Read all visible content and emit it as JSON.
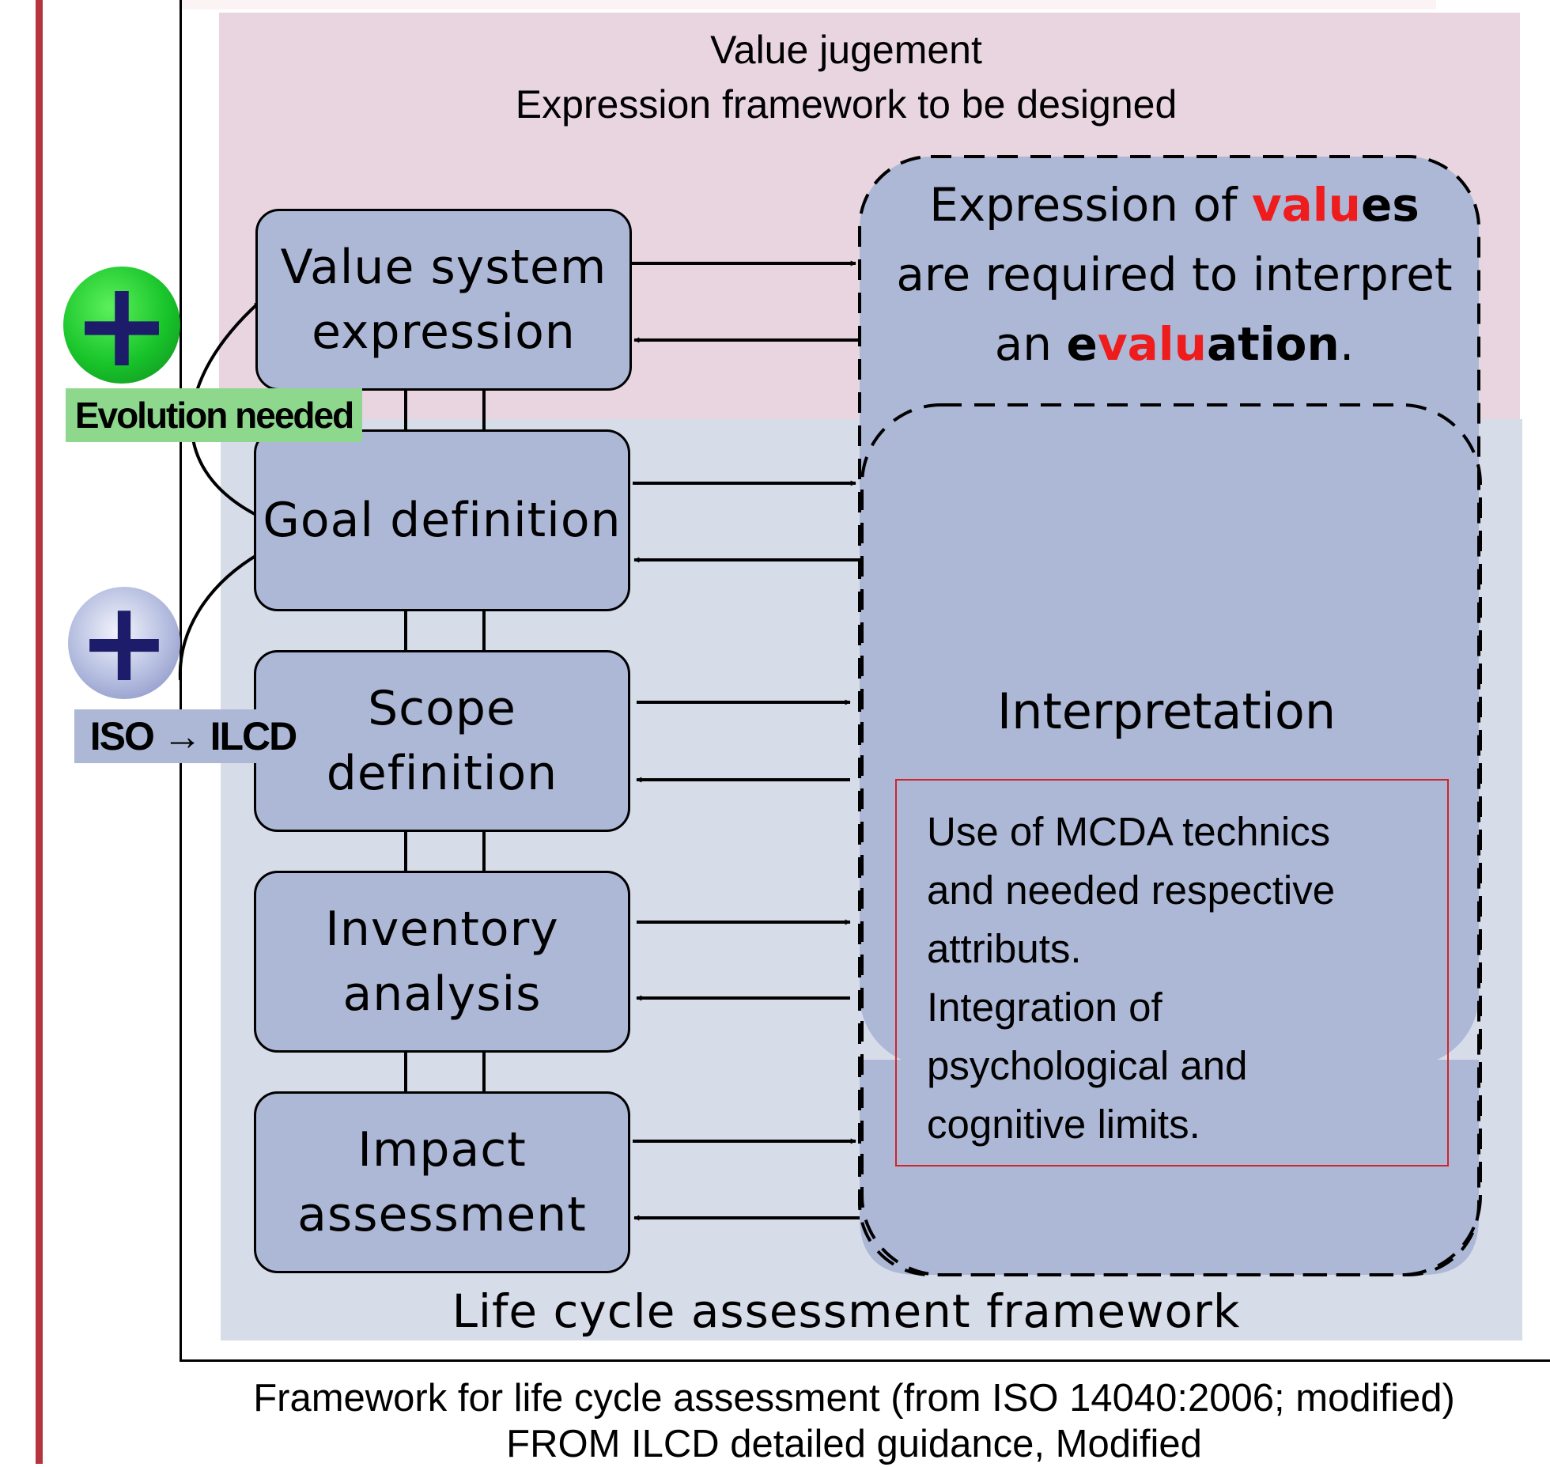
{
  "header": {
    "line1": "Value jugement",
    "line2": "Expression framework to be designed"
  },
  "boxes": [
    "Value system\nexpression",
    "Goal definition",
    "Scope\ndefinition",
    "Inventory\nanalysis",
    "Impact\nassessment"
  ],
  "badges": {
    "green_tag": "Evolution needed",
    "blue_tag": "ISO → ILCD",
    "plus_symbol": "+"
  },
  "values_note": {
    "line1_prefix": "Expression of ",
    "line1_red": "valu",
    "line1_bold": "es",
    "line2": "are required to interpret",
    "line3_prefix": "an ",
    "line3_bold_start": "e",
    "line3_red": "valu",
    "line3_bold_end": "ation",
    "line3_suffix": "."
  },
  "interpretation": {
    "title": "Interpretation",
    "lines": [
      "Use of MCDA technics",
      "and needed respective",
      "attributs.",
      "Integration of",
      "psychological and",
      "cognitive limits."
    ]
  },
  "framework_label": "Life cycle assessment framework",
  "caption": {
    "line1": "Framework for life cycle assessment (from ISO 14040:2006; modified)",
    "line2": "FROM ILCD detailed guidance, Modified"
  },
  "colors": {
    "pink_zone": "#e9d5e0",
    "blue_zone": "#d7dce9",
    "box_fill": "#adb8d7",
    "red_accent": "#ee1c1c",
    "left_bar": "#b63340"
  }
}
